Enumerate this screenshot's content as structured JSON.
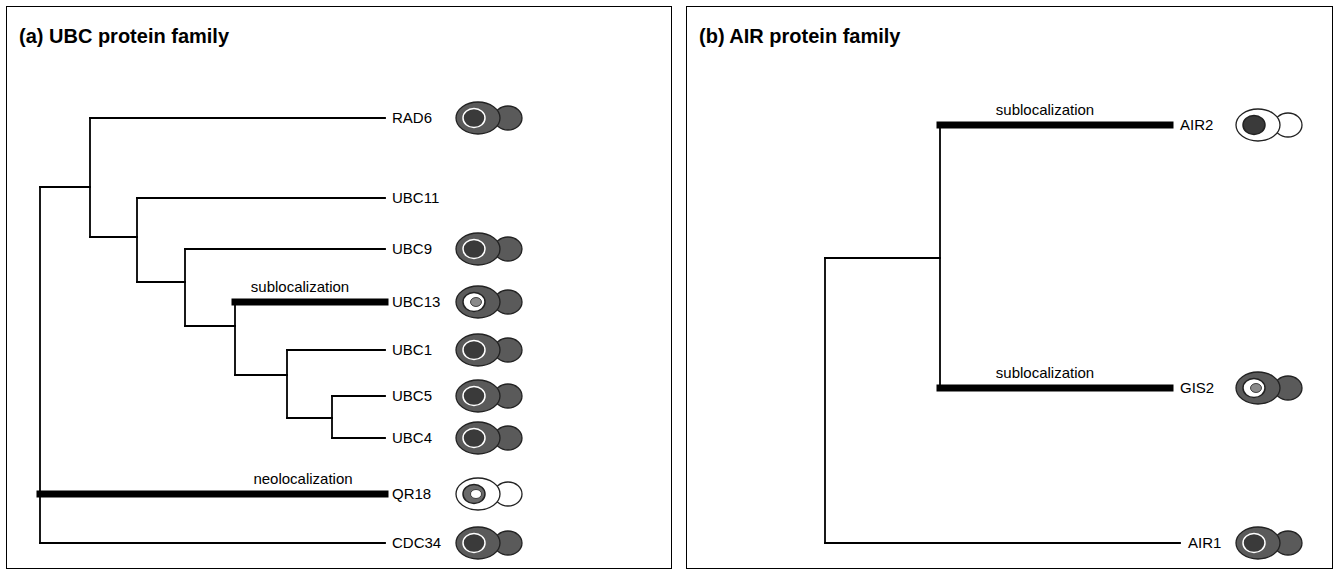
{
  "diagram": {
    "nodes": [
      {
        "text": [
          "(a) UBC protein family"
        ]
      },
      {
        "text": [
          "(b) AIR protein family"
        ]
      }
    ],
    "labels": [
      "RAD6",
      "UBC11",
      "UBC9",
      "sublocalization",
      "UBC13",
      "UBC1",
      "UBC5",
      "UBC4",
      "neolocalization",
      "QR18",
      "CDC34",
      "sublocalization",
      "AIR2",
      "sublocalization",
      "GIS2",
      "AIR1"
    ]
  }
}
